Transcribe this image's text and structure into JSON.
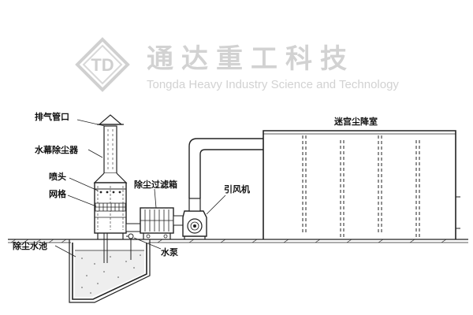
{
  "watermark": {
    "brand_cn": "通达重工科技",
    "brand_en": "Tongda Heavy Industry Science and Technology",
    "logo_text": "TD",
    "color": "#cfcfcf"
  },
  "labels": {
    "exhaust_outlet": "排气管口",
    "water_curtain_collector": "水幕除尘器",
    "nozzle": "喷头",
    "grid": "网格",
    "dust_pool": "除尘水池",
    "filter_box": "除尘过滤箱",
    "fan": "引风机",
    "water_pump": "水泵",
    "maze_chamber": "迷宫尘降室"
  },
  "colors": {
    "line": "#222222",
    "water": "#e8e8e8"
  }
}
